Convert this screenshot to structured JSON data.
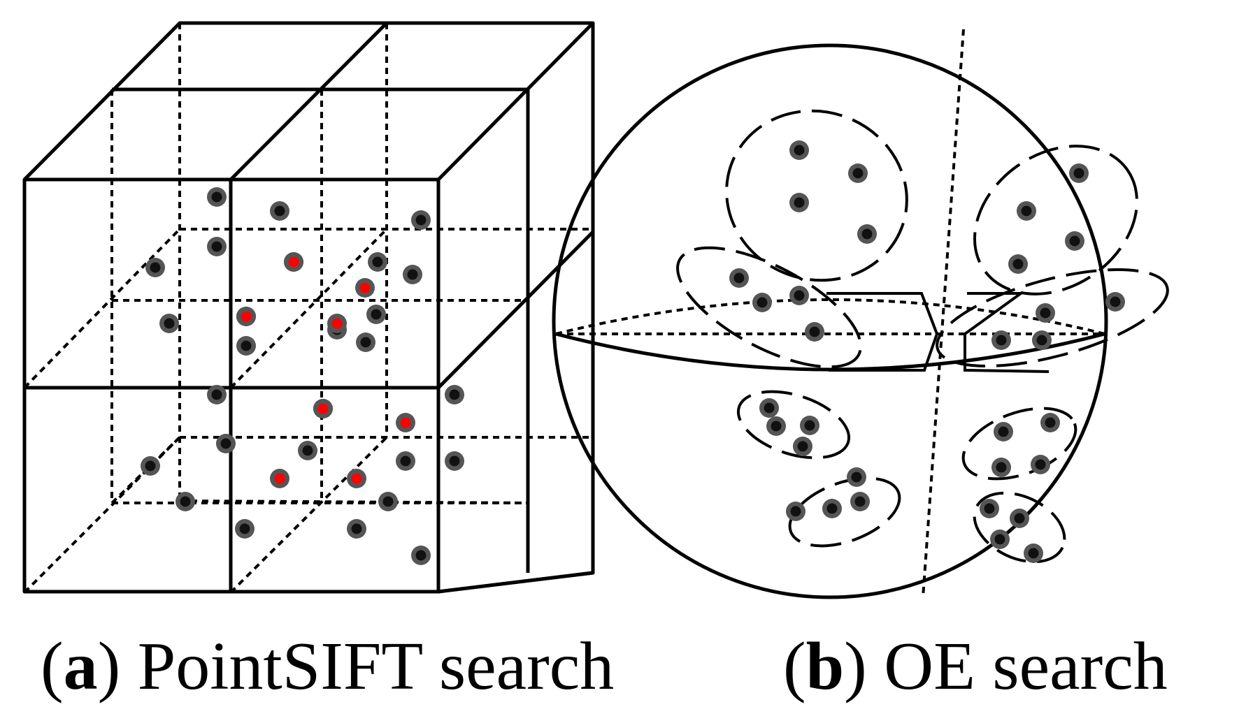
{
  "colors": {
    "stroke": "#000000",
    "point_fill": "#555555",
    "point_core": "#111111",
    "highlight_point": "#ff0000",
    "background": "#ffffff"
  },
  "captions": {
    "a": {
      "open": "(",
      "letter": "a",
      "close": ")",
      "text": " PointSIFT search"
    },
    "b": {
      "open": "(",
      "letter": "b",
      "close": ")",
      "text": " OE search"
    }
  }
}
